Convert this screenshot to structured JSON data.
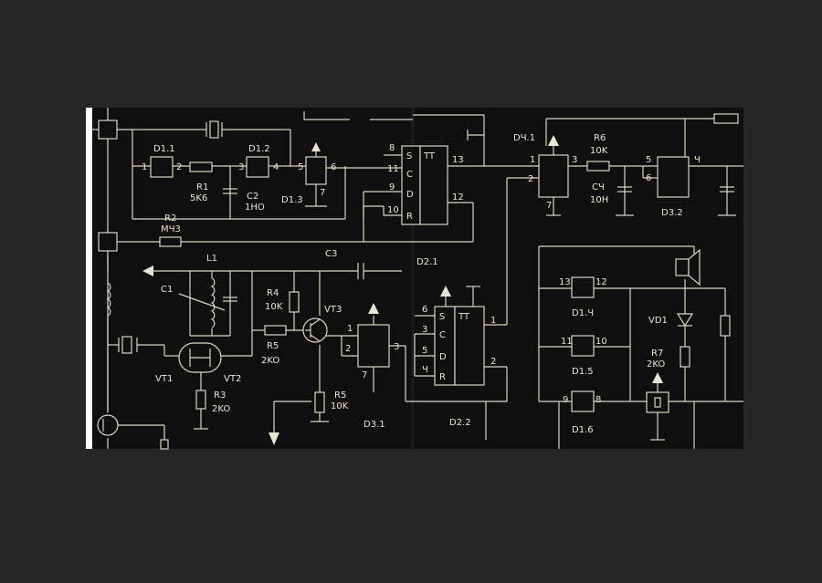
{
  "colors": {
    "background": "#262626",
    "paper": "#0f0f0f",
    "ink": "#e9e5d3",
    "spine": "#ffffff"
  },
  "left_page": {
    "labels": {
      "d1_1": "D1.1",
      "d1_2": "D1.2",
      "d1_3": "D1.3",
      "r1": "R1",
      "r1_val": "5K6",
      "c2": "C2",
      "c2_val": "1HO",
      "r2": "R2",
      "r2_val": "MЧ3",
      "l1": "L1",
      "c3": "C3",
      "c1": "C1",
      "r4": "R4",
      "r4_val": "10K",
      "vt3": "VT3",
      "vt1": "VT1",
      "vt2": "VT2",
      "r5a": "R5",
      "r5a_val": "2KO",
      "r3": "R3",
      "r3_val": "2KO",
      "r5b": "R5",
      "r5b_val": "10K",
      "d3_1": "D3.1",
      "pin1": "1",
      "pin2": "2",
      "pin3": "3",
      "pin4": "4",
      "pin5": "5",
      "pin6": "6",
      "pin7": "7",
      "d31_1": "1",
      "d31_2": "2",
      "d31_3": "3",
      "d31_7": "7",
      "d21_8": "8",
      "d21_11": "11",
      "d21_9": "9",
      "d21_10": "10",
      "d21_label": "D2.1"
    }
  },
  "flipflops": {
    "d2_1": {
      "s": "S",
      "c": "C",
      "d": "D",
      "r": "R",
      "tt": "TT",
      "out13": "13",
      "out12": "12"
    },
    "d2_2": {
      "s": "S",
      "c": "C",
      "d": "D",
      "r": "R",
      "tt": "TT",
      "in6": "6",
      "in3": "3",
      "in5": "5",
      "in4": "Ч",
      "out1": "1",
      "out2": "2",
      "label": "D2.2"
    }
  },
  "right_page": {
    "labels": {
      "d4_1": "DЧ.1",
      "p1": "1",
      "p2": "2",
      "p3": "3",
      "p7": "7",
      "r6": "R6",
      "r6_val": "10K",
      "c4": "CЧ",
      "c4_val": "10H",
      "d32_5": "5",
      "d32_6": "6",
      "d32_4": "Ч",
      "d3_2": "D3.2",
      "d14_13": "13",
      "d14_12": "12",
      "d1_4": "D1.Ч",
      "d15_11": "11",
      "d15_10": "10",
      "d1_5": "D1.5",
      "d16_9": "9",
      "d16_8": "8",
      "d1_6": "D1.6",
      "vd1": "VD1",
      "r7": "R7",
      "r7_val": "2KO"
    }
  }
}
